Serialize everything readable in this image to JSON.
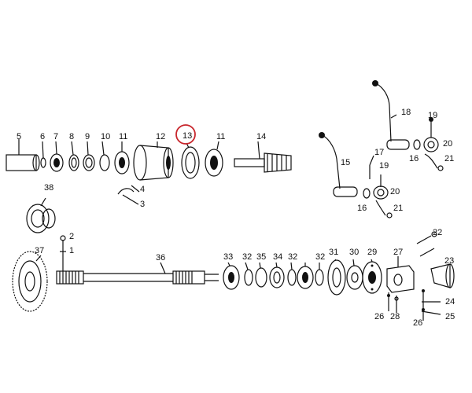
{
  "diagram": {
    "highlighted_part": "13",
    "highlight_color": "#c8262c",
    "line_color": "#111111",
    "background_color": "#ffffff",
    "upper_shaft_labels": [
      "5",
      "6",
      "7",
      "8",
      "9",
      "10",
      "11",
      "12",
      "13",
      "11",
      "14",
      "4",
      "3"
    ],
    "lever_labels": [
      "18",
      "19",
      "20",
      "16",
      "21",
      "17",
      "15",
      "19",
      "20",
      "16",
      "21"
    ],
    "lower_shaft_labels": [
      "38",
      "37",
      "2",
      "1",
      "36",
      "33",
      "32",
      "35",
      "34",
      "32",
      "32",
      "31",
      "30",
      "29",
      "27",
      "22",
      "23",
      "26",
      "28",
      "24",
      "25",
      "26"
    ]
  }
}
